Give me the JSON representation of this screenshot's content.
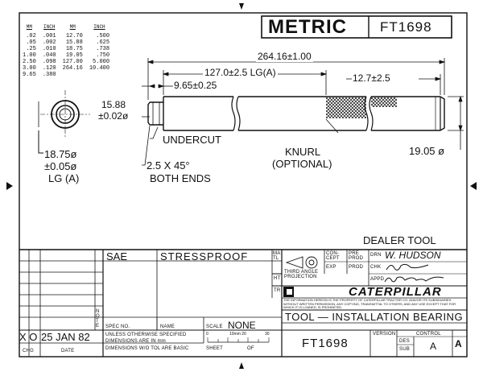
{
  "header": {
    "metric_label": "METRIC",
    "drawing_number": "FT1698"
  },
  "conversion_table": {
    "headers": [
      "MM",
      "INCH",
      "MM",
      "INCH"
    ],
    "rows": [
      [
        ".02",
        ".001",
        "12.70",
        ".500"
      ],
      [
        ".05",
        ".002",
        "15.88",
        ".625"
      ],
      [
        ".25",
        ".010",
        "18.75",
        ".738"
      ],
      [
        "1.00",
        ".040",
        "19.05",
        ".750"
      ],
      [
        "2.50",
        ".098",
        "127.00",
        "5.000"
      ],
      [
        "3.00",
        ".120",
        "264.16",
        "10.400"
      ],
      [
        "9.65",
        ".380",
        "",
        ""
      ]
    ]
  },
  "dimensions": {
    "overall_length": "264.16±1.00",
    "lg_a_length": "127.0±2.5 LG(A)",
    "shoulder_length": "9.65±0.25",
    "end_length": "12.7±2.5",
    "small_dia": "15.88",
    "small_dia_tol": "±0.02ø",
    "lg_dia": "18.75ø",
    "lg_dia_tol": "±0.05ø",
    "lg_label": "LG (A)",
    "outer_dia": "19.05 ø",
    "undercut": "UNDERCUT",
    "knurl": "KNURL",
    "knurl_note": "(OPTIONAL)",
    "chamfer": "2.5 X 45°",
    "chamfer_note": "BOTH ENDS"
  },
  "title_block": {
    "dealer_tool": "DEALER TOOL",
    "sae": "SAE",
    "material": "STRESSPROOF",
    "matl": "MATL",
    "ht": "HT",
    "tr": "TR",
    "third_angle": "THIRD ANGLE PROJECTION",
    "con_cept": "CON-CEPT",
    "exp": "EXP",
    "pre_prod": "PRE PROD",
    "prod": "PROD",
    "drn_label": "DRN",
    "drn_name": "W. HUDSON",
    "chk_label": "CHK",
    "appd_label": "APPD",
    "company": "CATERPILLAR",
    "notice": "THE INFORMATION HEREON IS THE PROPERTY OF CATERPILLAR TRACTOR CO. AND/OR ITS SUBSIDIARIES. WITHOUT WRITTEN PERMISSION, ANY COPYING, TRANSMITTAL TO OTHERS, AND ANY USE EXCEPT THAT FOR WHICH IT IS LOANED, IS PROHIBITED.",
    "title": "TOOL — INSTALLATION BEARING",
    "note": "NOTE",
    "spec_no": "SPEC NO.",
    "name": "NAME",
    "scale_label": "SCALE",
    "scale_value": "NONE",
    "scale_ticks": [
      "0",
      "10mm 20",
      "30"
    ],
    "sheet": "SHEET",
    "of": "OF",
    "dims_line1": "UNLESS OTHERWISE SPECIFIED",
    "dims_line2": "DIMENSIONS ARE IN mm",
    "dims_line3": "DIMENSIONS W/O TOL ARE BASIC",
    "rev_chg": "X O",
    "rev_date": "25 JAN 82",
    "chg": "CHG",
    "date": "DATE",
    "drawing_number": "FT1698",
    "version": "VERSION",
    "control": "CONTROL",
    "des": "DES",
    "sub": "SUB",
    "control_value": "A",
    "rev_letter": "A"
  }
}
